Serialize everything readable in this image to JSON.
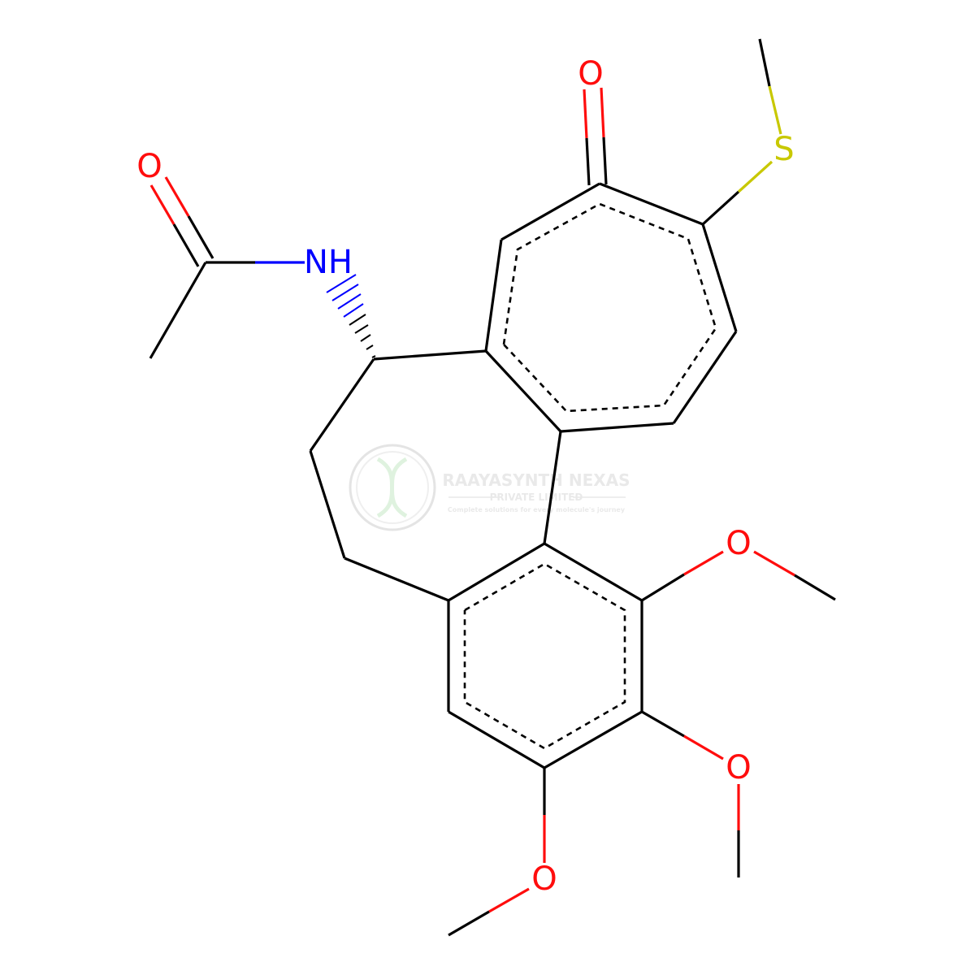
{
  "molecule": {
    "atoms": {
      "O_carbonyl": {
        "text": "O",
        "color": "#ff0d0d"
      },
      "S_methylthio": {
        "text": "S",
        "color": "#c8c800"
      },
      "O_amide": {
        "text": "O",
        "color": "#ff0d0d"
      },
      "N_amide": {
        "text": "NH",
        "color": "#0000ff"
      },
      "O_methoxy_1": {
        "text": "O",
        "color": "#ff0d0d"
      },
      "O_methoxy_2": {
        "text": "O",
        "color": "#ff0d0d"
      },
      "O_methoxy_3": {
        "text": "O",
        "color": "#ff0d0d"
      }
    },
    "bond_color": "#000000"
  },
  "watermark": {
    "company": "RAAYASYNTH NEXAS",
    "subtitle": "PRIVATE LIMITED",
    "tagline": "Complete solutions for every molecule's journey"
  }
}
